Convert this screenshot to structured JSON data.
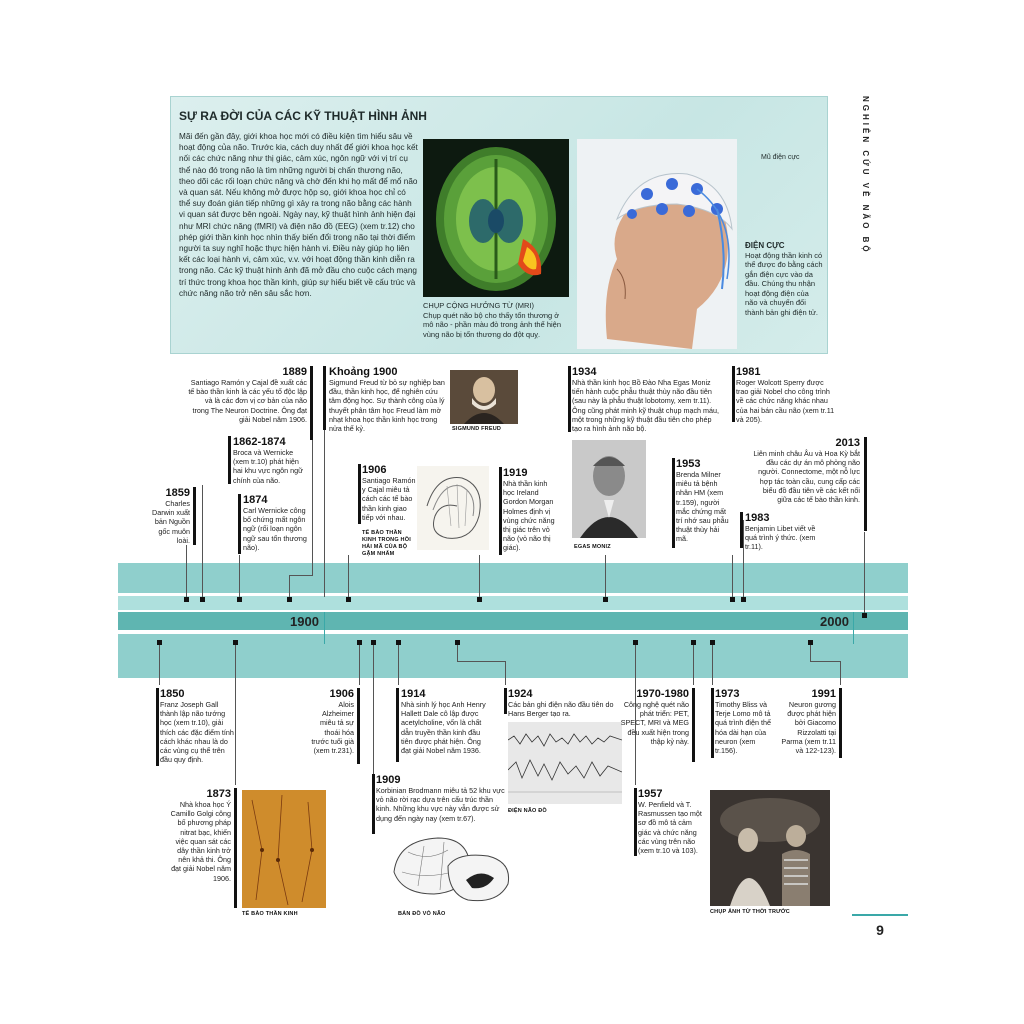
{
  "side_title": "NGHIÊN CỨU VỀ NÃO BỘ",
  "page_number": "9",
  "intro": {
    "title": "SỰ RA ĐỜI CỦA CÁC KỸ THUẬT HÌNH ẢNH",
    "body": "Mãi đến gần đây, giới khoa học mới có điều kiện tìm hiểu sâu về hoạt động của não. Trước kia, cách duy nhất để giới khoa học kết nối các chức năng như thị giác, cảm xúc, ngôn ngữ với vị trí cụ thể nào đó trong não là tìm những người bị chấn thương não, theo dõi các rối loạn chức năng và chờ đến khi họ mất để mổ não và quan sát. Nếu không mở được hộp sọ, giới khoa học chỉ có thể suy đoán gián tiếp những gì xảy ra trong não bằng các hành vi quan sát được bên ngoài. Ngày nay, kỹ thuật hình ảnh hiện đại như MRI chức năng (fMRI) và điện não đồ (EEG) (xem tr.12) cho phép giới thần kinh học nhìn thấy biến đổi trong não tại thời điểm người ta suy nghĩ hoặc thực hiện hành vi. Điều này giúp họ liên kết các loại hành vi, cảm xúc, v.v. với hoạt động thần kinh diễn ra trong não. Các kỹ thuật hình ảnh đã mở đầu cho cuộc cách mạng trí thức trong khoa học thần kinh, giúp sự hiểu biết về cấu trúc và chức năng não trở nên sâu sắc hơn.",
    "mri_caption": "CHỤP CỘNG HƯỞNG TỪ (MRI)",
    "mri_text": "Chụp quét não bộ cho thấy tổn thương ở mô não - phần màu đỏ trong ảnh thể hiện vùng não bị tổn thương do đột quỵ.",
    "electrode_label": "Mũ điện cực",
    "eeg_caption": "ĐIỆN CỰC",
    "eeg_text": "Hoạt động thần kinh có thể được đo bằng cách gắn điện cực vào da đầu. Chúng thu nhận hoạt động điện của não và chuyển đổi thành bản ghi điện tử."
  },
  "axis": {
    "label_1900": "1900",
    "label_2000": "2000"
  },
  "colors": {
    "teal": "#3aa8a8",
    "band_light": "#8fcfcc",
    "band_dark": "#5fb5b1"
  },
  "events_top": [
    {
      "year": "1859",
      "text": "Charles Darwin xuất bản Nguồn gốc muôn loài."
    },
    {
      "year": "1862-1874",
      "text": "Broca và Wernicke (xem tr.10) phát hiện hai khu vực ngôn ngữ chính của não."
    },
    {
      "year": "1874",
      "text": "Carl Wernicke công bố chứng mất ngôn ngữ (rối loạn ngôn ngữ sau tổn thương não)."
    },
    {
      "year": "1889",
      "text": "Santiago Ramón y Cajal đề xuất các tế bào thần kinh là các yếu tố độc lập và là các đơn vị cơ bản của não trong The Neuron Doctrine. Ông đạt giải Nobel năm 1906."
    },
    {
      "year": "Khoảng 1900",
      "text": "Sigmund Freud từ bỏ sự nghiệp ban đầu, thần kinh học, để nghiên cứu tâm động học. Sự thành công của lý thuyết phân tâm học Freud làm mờ nhạt khoa học thần kinh học trong nửa thế kỷ."
    },
    {
      "year": "1906",
      "text": "Santiago Ramón y Cajal miêu tả cách các tế bào thần kinh giao tiếp với nhau."
    },
    {
      "year": "1919",
      "text": "Nhà thần kinh học Ireland Gordon Morgan Holmes định vị vùng chức năng thị giác trên vỏ não (vỏ não thị giác)."
    },
    {
      "year": "1934",
      "text": "Nhà thần kinh học Bồ Đào Nha Egas Moniz tiến hành cuộc phẫu thuật thùy não đầu tiên (sau này là phẫu thuật lobotomy, xem tr.11). Ông cũng phát minh kỹ thuật chụp mạch máu, một trong những kỹ thuật đầu tiên cho phép tạo ra hình ảnh não bộ."
    },
    {
      "year": "1953",
      "text": "Brenda Milner miêu tả bệnh nhân HM (xem tr.159), người mắc chứng mất trí nhớ sau phẫu thuật thùy hải mã."
    },
    {
      "year": "1981",
      "text": "Roger Wolcott Sperry được trao giải Nobel cho công trình về các chức năng khác nhau của hai bán cầu não (xem tr.11 và 205)."
    },
    {
      "year": "1983",
      "text": "Benjamin Libet viết về quá trình ý thức. (xem tr.11)."
    },
    {
      "year": "2013",
      "text": "Liên minh châu Âu và Hoa Kỳ bắt đầu các dự án mô phỏng não người. Connectome, một nỗ lực hợp tác toàn cầu, cung cấp các biểu đồ đầu tiên về các kết nối giữa các tế bào thần kinh."
    }
  ],
  "events_bottom": [
    {
      "year": "1850",
      "text": "Franz Joseph Gall thành lập não tướng học (xem tr.10), giải thích các đặc điểm tính cách khác nhau là do các vùng cụ thể trên đầu quy định."
    },
    {
      "year": "1873",
      "text": "Nhà khoa học Ý Camillo Golgi công bố phương pháp nitrat bạc, khiến việc quan sát các dây thần kinh trở nên khả thi. Ông đạt giải Nobel năm 1906."
    },
    {
      "year": "1906",
      "text": "Alois Alzheimer miêu tả sự thoái hóa trước tuổi già (xem tr.231)."
    },
    {
      "year": "1914",
      "text": "Nhà sinh lý học Anh Henry Hallett Dale cô lập được acetylcholine, vốn là chất dẫn truyền thần kinh đầu tiên được phát hiện. Ông đạt giải Nobel năm 1936."
    },
    {
      "year": "1909",
      "text": "Korbinian Brodmann miêu tả 52 khu vực vỏ não rời rạc dựa trên cấu trúc thần kinh. Những khu vực này vẫn được sử dụng đến ngày nay (xem tr.67)."
    },
    {
      "year": "1924",
      "text": "Các bản ghi điện não đầu tiên do Hans Berger tạo ra."
    },
    {
      "year": "1970-1980",
      "text": "Công nghệ quét não phát triển: PET, SPECT, MRI và MEG đều xuất hiện trong thập kỷ này."
    },
    {
      "year": "1957",
      "text": "W. Penfield và T. Rasmussen tạo một sơ đồ mô tả cảm giác và chức năng các vùng trên não (xem tr.10 và 103)."
    },
    {
      "year": "1973",
      "text": "Timothy Bliss và Terje Lomo mô tả quá trình điện thế hóa dài hạn của neuron (xem tr.156)."
    },
    {
      "year": "1991",
      "text": "Neuron gương được phát hiện bởi Giacomo Rizzolatti tại Parma (xem tr.11 và 122-123)."
    }
  ],
  "photo_captions": {
    "freud": "SIGMUND FREUD",
    "cajal": "TẾ BÀO THẦN KINH TRONG HỒI HẢI MÃ CỦA BỘ GẶM NHẤM",
    "moniz": "EGAS MONIZ",
    "neurons": "TẾ BÀO THẦN KINH",
    "brodmann": "BẢN ĐỒ VỎ NÃO",
    "eeg_trace": "ĐIỆN NÃO ĐỒ",
    "oldphoto": "CHỤP ẢNH TỪ THỜI TRƯỚC"
  }
}
